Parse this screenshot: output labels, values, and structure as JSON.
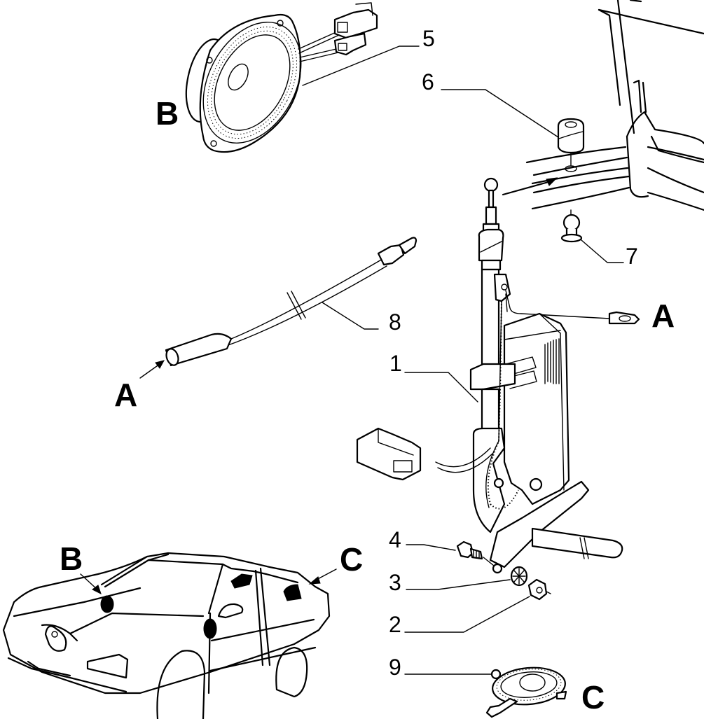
{
  "diagram": {
    "type": "exploded-parts-view",
    "subject": "Power antenna and speakers",
    "callouts": [
      {
        "number": "1",
        "part": "power-antenna-motor-unit"
      },
      {
        "number": "2",
        "part": "nut"
      },
      {
        "number": "3",
        "part": "toothed-washer"
      },
      {
        "number": "4",
        "part": "bolt"
      },
      {
        "number": "5",
        "part": "front-speaker"
      },
      {
        "number": "6",
        "part": "antenna-grommet"
      },
      {
        "number": "7",
        "part": "antenna-ball-tip"
      },
      {
        "number": "8",
        "part": "antenna-extension-cable"
      },
      {
        "number": "9",
        "part": "rear-speaker"
      }
    ],
    "location_letters": {
      "a": "A",
      "b": "B",
      "c": "C"
    },
    "colors": {
      "ink": "#000000",
      "paper": "#ffffff"
    }
  }
}
